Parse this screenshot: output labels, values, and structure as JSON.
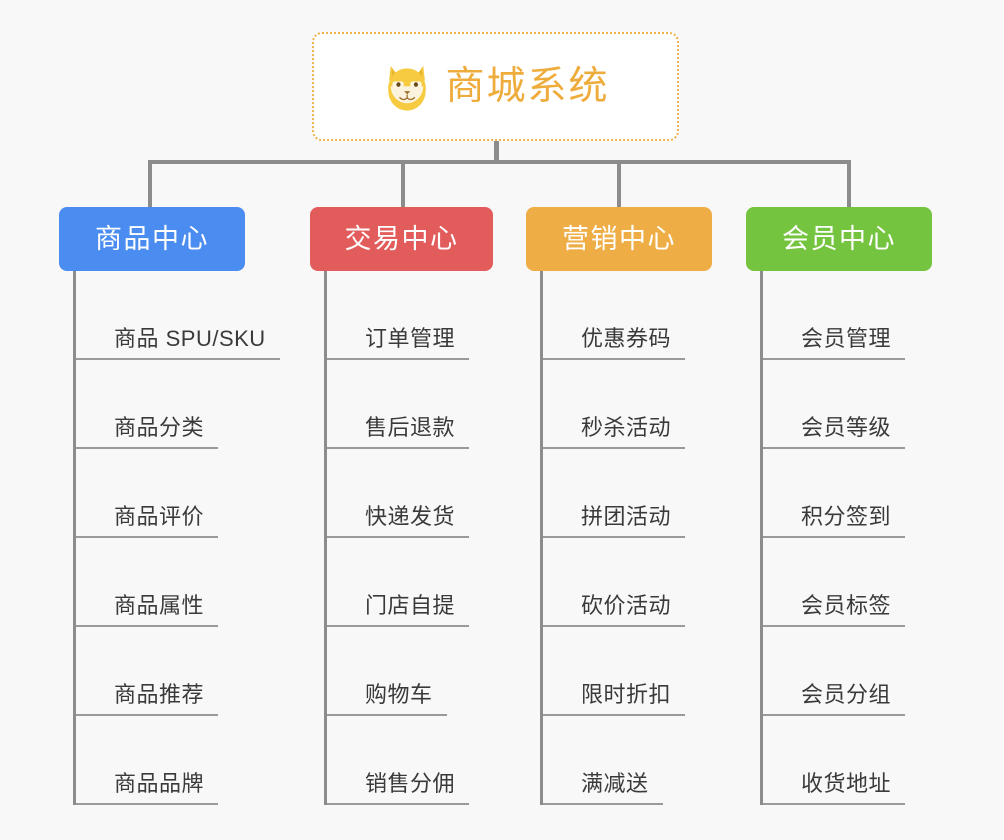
{
  "diagram": {
    "background_color": "#f8f8f8",
    "connector_color": "#8c8c8c",
    "root": {
      "title": "商城系统",
      "icon": "shiba-dog-icon",
      "text_color": "#eeac3c",
      "border_color": "#eeb14b",
      "background_color": "#ffffff"
    },
    "categories": [
      {
        "label": "商品中心",
        "color": "#4a8cf0",
        "items": [
          "商品 SPU/SKU",
          "商品分类",
          "商品评价",
          "商品属性",
          "商品推荐",
          "商品品牌"
        ]
      },
      {
        "label": "交易中心",
        "color": "#e25c5c",
        "items": [
          "订单管理",
          "售后退款",
          "快递发货",
          "门店自提",
          "购物车",
          "销售分佣"
        ]
      },
      {
        "label": "营销中心",
        "color": "#eeae45",
        "items": [
          "优惠券码",
          "秒杀活动",
          "拼团活动",
          "砍价活动",
          "限时折扣",
          "满减送"
        ]
      },
      {
        "label": "会员中心",
        "color": "#75c440",
        "items": [
          "会员管理",
          "会员等级",
          "积分签到",
          "会员标签",
          "会员分组",
          "收货地址"
        ]
      }
    ]
  }
}
